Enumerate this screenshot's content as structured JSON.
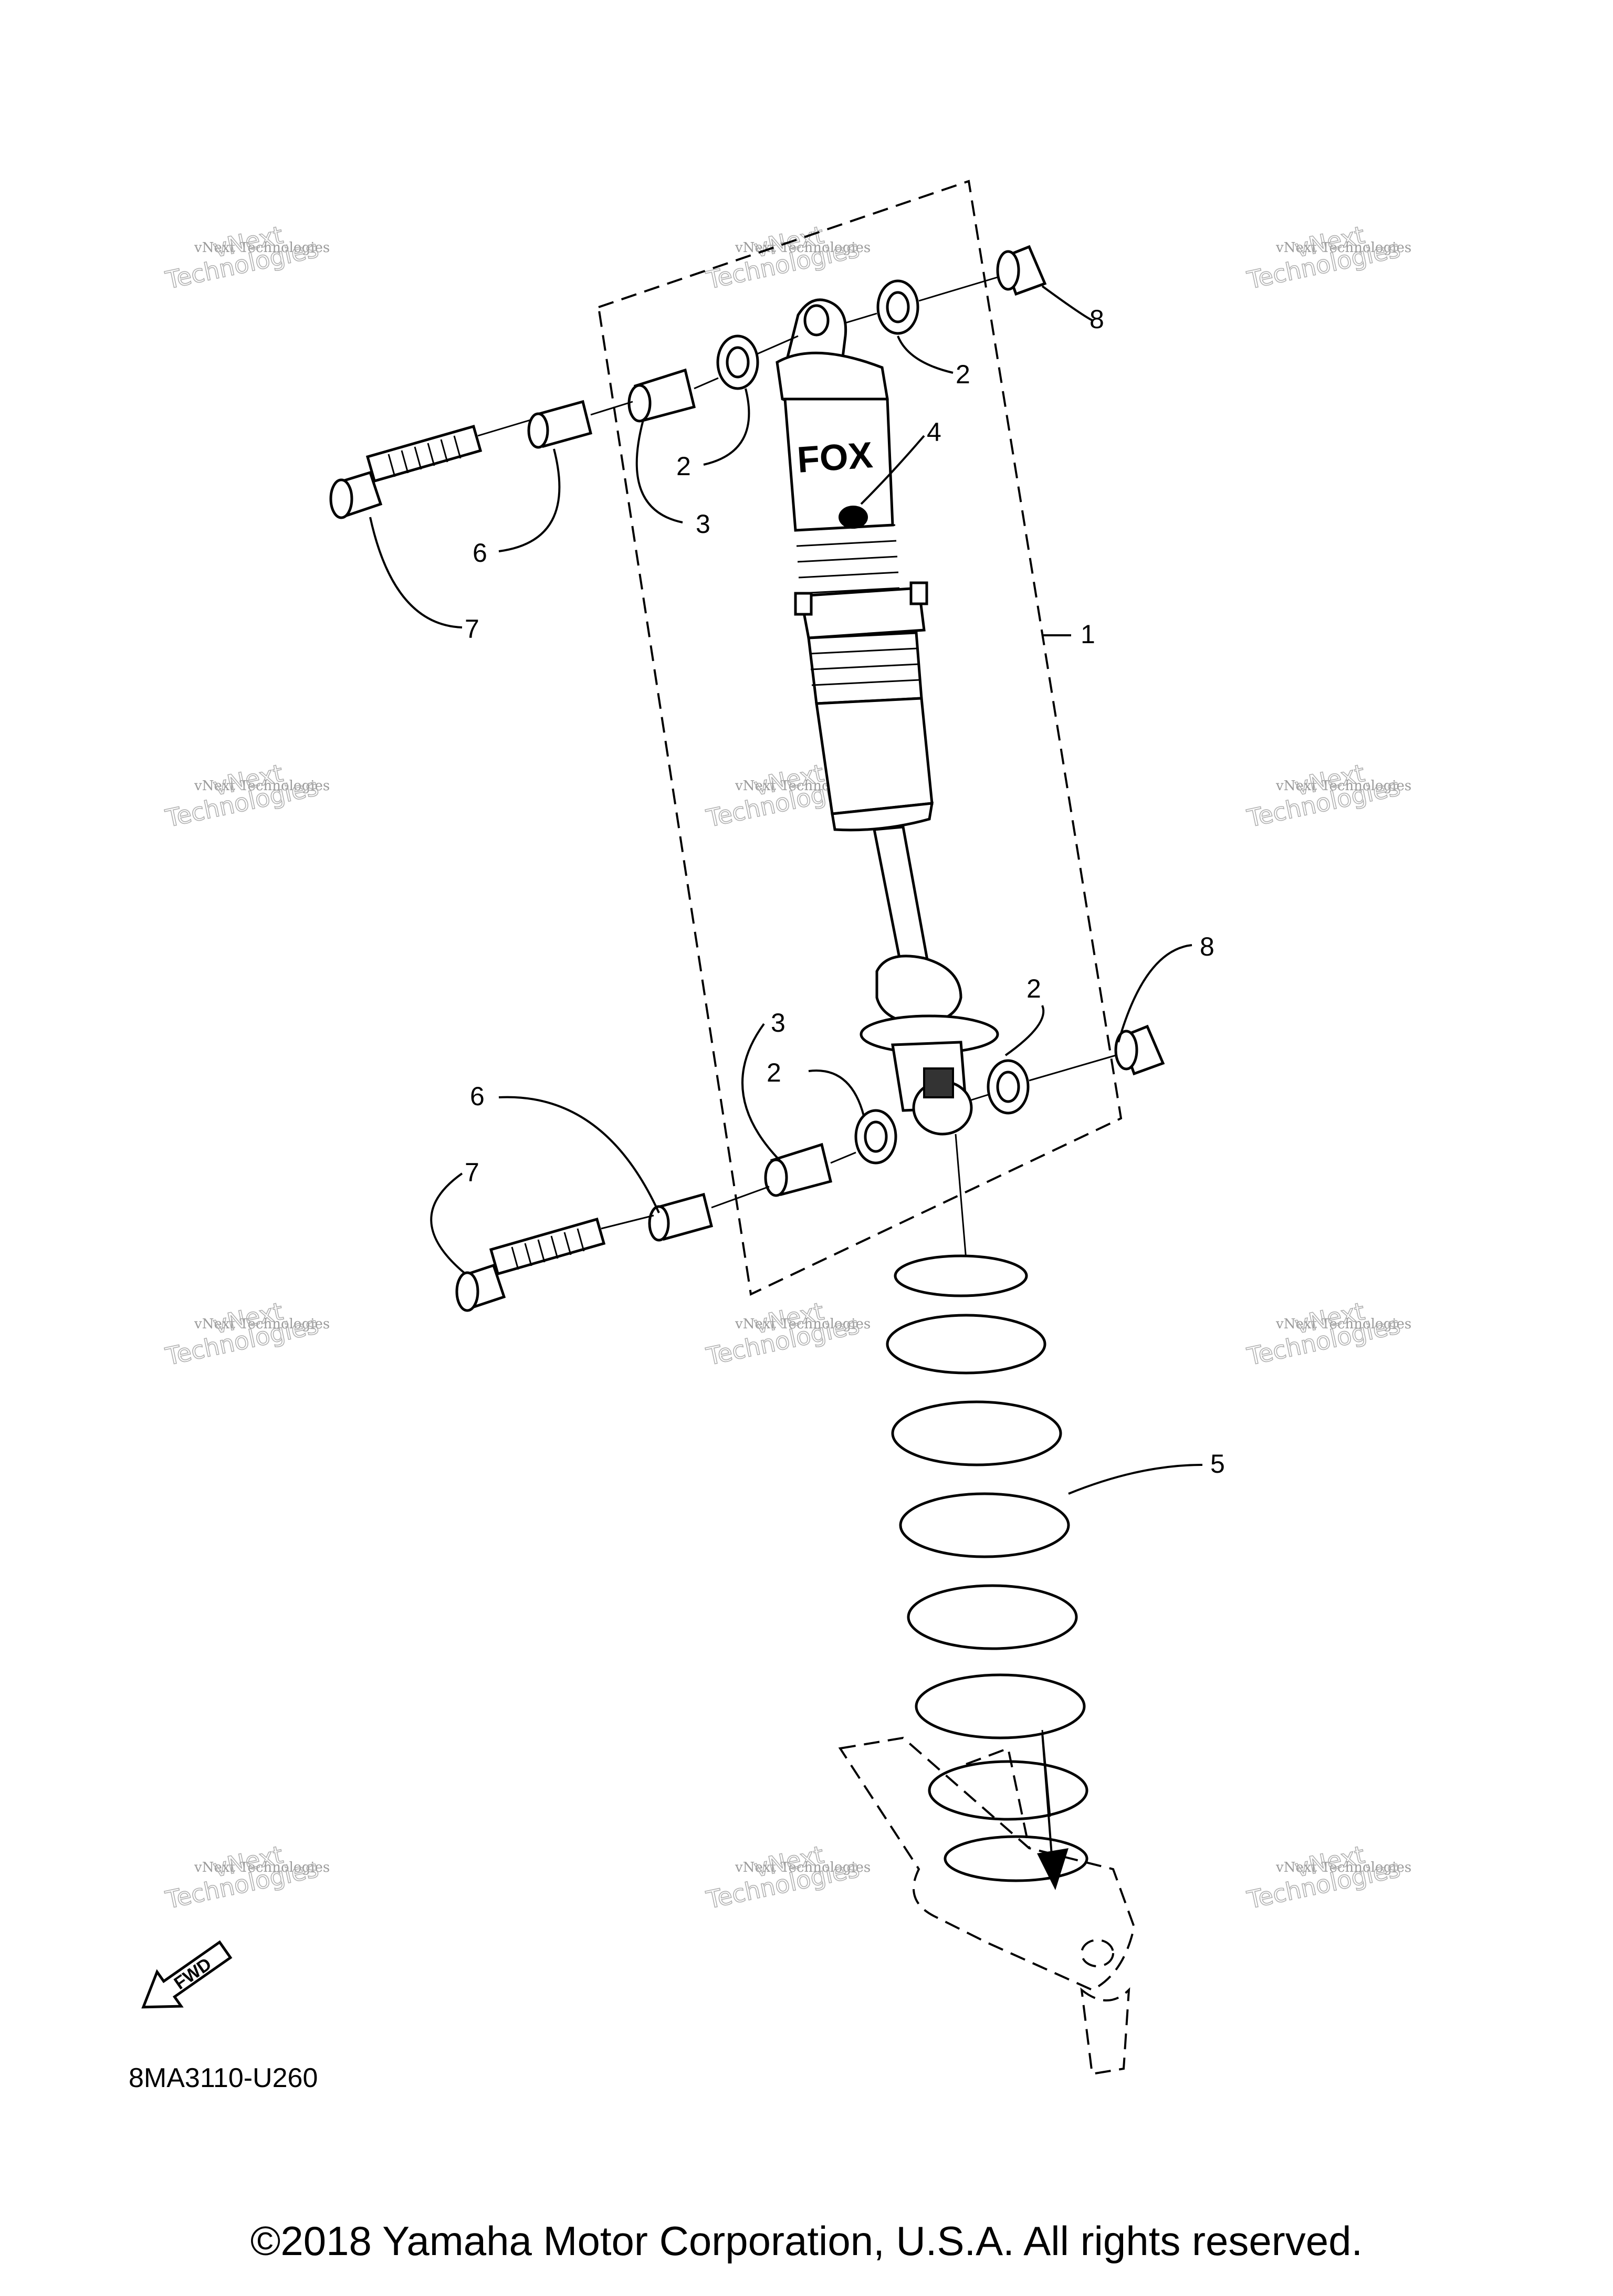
{
  "callouts": {
    "c1": "1",
    "c2a": "2",
    "c2b": "2",
    "c2c": "2",
    "c2d": "2",
    "c3a": "3",
    "c3b": "3",
    "c4": "4",
    "c5": "5",
    "c6a": "6",
    "c6b": "6",
    "c7a": "7",
    "c7b": "7",
    "c8a": "8",
    "c8b": "8"
  },
  "watermark": {
    "line1": "vNext Technologies",
    "line2": "Technologies",
    "line3": "vNext"
  },
  "fwd_label": "FWD",
  "part_code": "8MA3110-U260",
  "copyright": "©2018 Yamaha Motor Corporation, U.S.A. All rights reserved.",
  "shock_brand": "FOX"
}
